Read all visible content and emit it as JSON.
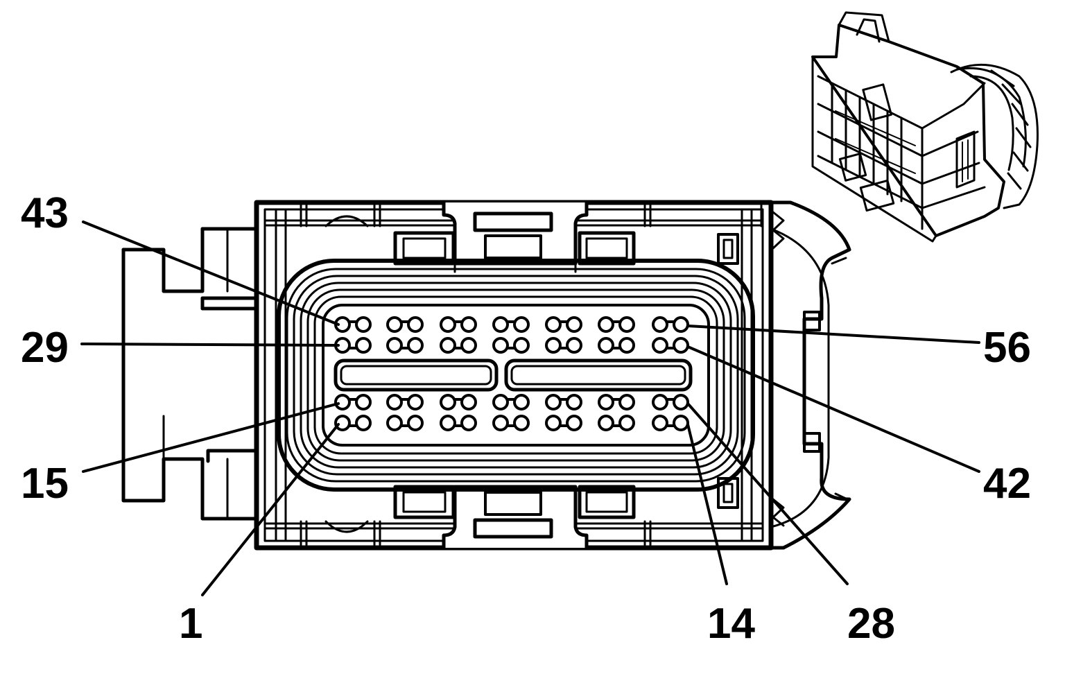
{
  "diagram": {
    "pin_labels": [
      {
        "id": "pin-43",
        "text": "43"
      },
      {
        "id": "pin-29",
        "text": "29"
      },
      {
        "id": "pin-15",
        "text": "15"
      },
      {
        "id": "pin-1",
        "text": "1"
      },
      {
        "id": "pin-56",
        "text": "56"
      },
      {
        "id": "pin-42",
        "text": "42"
      },
      {
        "id": "pin-28",
        "text": "28"
      },
      {
        "id": "pin-14",
        "text": "14"
      }
    ],
    "colors": {
      "ink": "#000000",
      "background": "#ffffff"
    }
  }
}
